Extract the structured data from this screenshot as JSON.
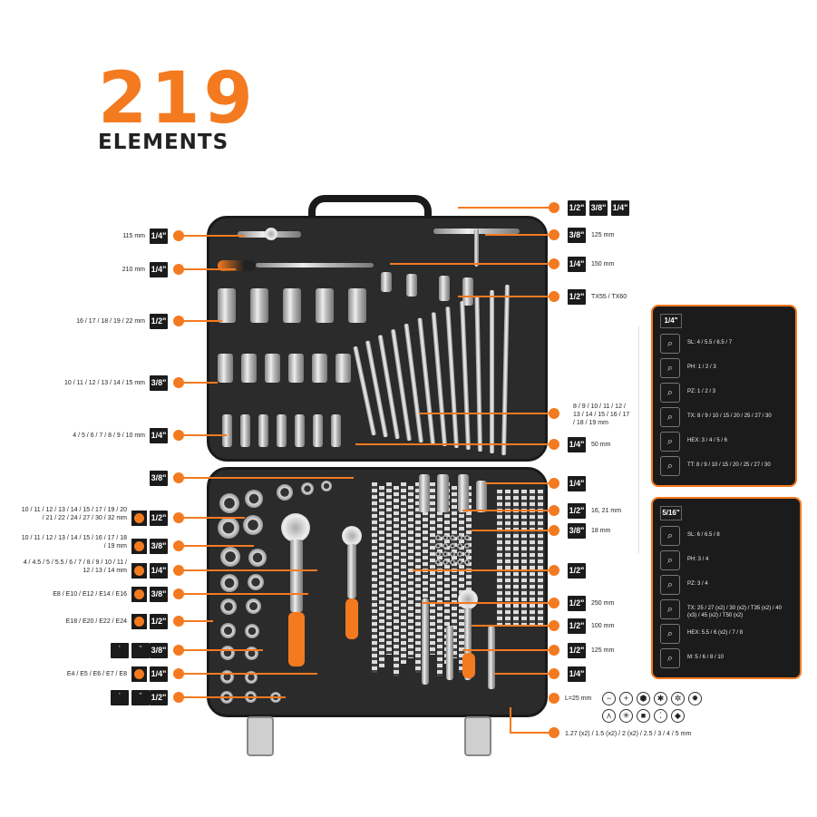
{
  "heading": {
    "number": "219",
    "word": "ELEMENTS"
  },
  "colors": {
    "accent": "#f47a20",
    "dark": "#1b1b1b",
    "case": "#2b2b2b"
  },
  "left_annotations": [
    {
      "label": "115 mm",
      "size": "1/4\""
    },
    {
      "label": "210 mm",
      "size": "1/4\""
    },
    {
      "label": "16 / 17 / 18 / 19 / 22 mm",
      "size": "1/2\""
    },
    {
      "label": "10 / 11 / 12 / 13 / 14 / 15 mm",
      "size": "3/8\""
    },
    {
      "label": "4 / 5 / 6 / 7 / 8 / 9 / 10 mm",
      "size": "1/4\""
    },
    {
      "label": "",
      "size": "3/8\""
    },
    {
      "label": "10 / 11 / 12 / 13 / 14 / 15 / 17 / 19 / 20 / 21 / 22 / 24 / 27 / 30 / 32 mm",
      "size": "1/2\""
    },
    {
      "label": "10 / 11 / 12 / 13 / 14 / 15 / 16 / 17 / 18 / 19 mm",
      "size": "3/8\""
    },
    {
      "label": "4 / 4.5 / 5 / 5.5 / 6 / 7 / 8 / 9 / 10 / 11 / 12 / 13 / 14 mm",
      "size": "1/4\""
    },
    {
      "label": "E8 / E10 / E12 / E14 / E16",
      "size": "3/8\""
    },
    {
      "label": "E18 / E20 / E22 / E24",
      "size": "1/2\""
    },
    {
      "label": "",
      "size": "3/8\""
    },
    {
      "label": "E4 / E5 / E6 / E7 / E8",
      "size": "1/4\""
    },
    {
      "label": "",
      "size": "1/2\""
    }
  ],
  "right_annotations": [
    {
      "sizes": [
        "1/2\"",
        "3/8\"",
        "1/4\""
      ],
      "label": ""
    },
    {
      "sizes": [
        "3/8\""
      ],
      "label": "125 mm"
    },
    {
      "sizes": [
        "1/4\""
      ],
      "label": "150 mm"
    },
    {
      "sizes": [
        "1/2\""
      ],
      "label": "TX55 / TX60"
    },
    {
      "sizes": [],
      "label": "8 / 9 / 10 / 11 / 12 / 13 / 14 / 15 / 16 / 17 / 18 / 19 mm"
    },
    {
      "sizes": [
        "1/4\""
      ],
      "label": "50 mm"
    },
    {
      "sizes": [
        "1/4\""
      ],
      "label": ""
    },
    {
      "sizes": [
        "1/2\""
      ],
      "label": "16, 21 mm"
    },
    {
      "sizes": [
        "3/8\""
      ],
      "label": "18 mm"
    },
    {
      "sizes": [
        "1/2\""
      ],
      "label": ""
    },
    {
      "sizes": [
        "1/2\""
      ],
      "label": "250 mm"
    },
    {
      "sizes": [
        "1/2\""
      ],
      "label": "100 mm"
    },
    {
      "sizes": [
        "1/2\""
      ],
      "label": "125 mm"
    },
    {
      "sizes": [
        "1/4\""
      ],
      "label": ""
    }
  ],
  "bottom": {
    "l_label": "L=25 mm",
    "hex_label": "1.27 (x2) / 1.5 (x2) / 2 (x2) / 2.5 / 3 / 4 / 5 mm"
  },
  "panel_quarter": {
    "header": "1/4\"",
    "rows": [
      {
        "text": "SL: 4 / 5.5 / 6.5 / 7",
        "icon": "slotted-bit-icon"
      },
      {
        "text": "PH: 1 / 2 / 3",
        "icon": "phillips-bit-icon"
      },
      {
        "text": "PZ: 1 / 2 / 3",
        "icon": "pozidriv-bit-icon"
      },
      {
        "text": "TX: 8 / 9 / 10 / 15 / 20 / 25 / 27 / 30",
        "icon": "torx-bit-icon"
      },
      {
        "text": "HEX: 3 / 4 / 5 / 6",
        "icon": "hex-bit-icon"
      },
      {
        "text": "TT: 8 / 9 / 10 / 15 / 20 / 25 / 27 / 30",
        "icon": "tamper-torx-bit-icon"
      }
    ]
  },
  "panel_five": {
    "header": "5/16\"",
    "rows": [
      {
        "text": "SL: 6 / 6.5 / 8",
        "icon": "slotted-bit-icon"
      },
      {
        "text": "PH: 3 / 4",
        "icon": "phillips-bit-icon"
      },
      {
        "text": "PZ: 3 / 4",
        "icon": "pozidriv-bit-icon"
      },
      {
        "text": "TX: 25 / 27 (x2) / 30 (x2) / T35 (x2) / 40 (x3) / 45 (x2) / T50 (x2)",
        "icon": "torx-bit-icon"
      },
      {
        "text": "HEX: 5.5 / 6 (x2) / 7 / 8",
        "icon": "hex-bit-icon"
      },
      {
        "text": "M: 5 / 6 / 8 / 10",
        "icon": "spline-bit-icon"
      }
    ]
  }
}
